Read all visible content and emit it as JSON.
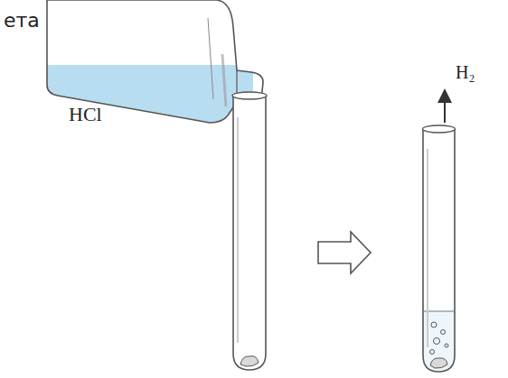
{
  "diagram": {
    "labels": [
      "ета",
      "HCl",
      "H₂"
    ]
  }
}
